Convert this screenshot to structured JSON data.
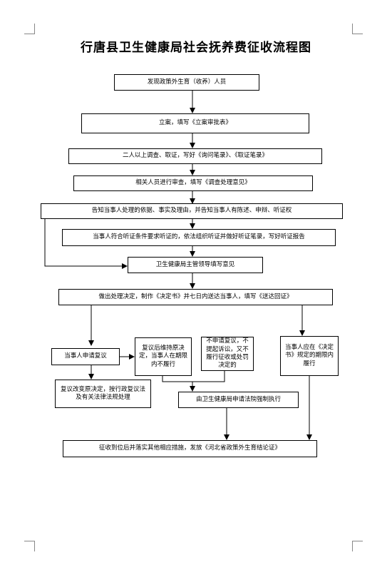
{
  "title": "行唐县卫生健康局社会抚养费征收流程图",
  "steps": {
    "discover": "发现政策外生育（收养）人员",
    "register": "立案，填写《立案审批表》",
    "investigate": "二人以上调查、取证，写好《询问笔录》、《取证笔录》",
    "review": "相关人员进行审查，填写《调查处理意见》",
    "notify": "告知当事人处理的依据、事实及理由，并告知当事人有陈述、申辩、听证权",
    "hearing": "当事人符合听证条件要求听证的，依法组织听证并做好听证笔录，写好听证报告",
    "leader": "卫生健康局主管领导填写意见",
    "decision": "做出处理决定，制作《决定书》并七日内送达当事人，填写《送达回证》",
    "apply_review": "当事人申请复议",
    "upheld": "复议后维持原决定，当事人在期限内不履行",
    "no_appeal": "不申请复议，不提起诉讼，又不履行征收或处罚决定的",
    "comply": "当事人应在《决定书》规定的期限内履行",
    "changed": "复议改变原决定，按行政复议法及有关法律法规处理",
    "court": "由卫生健康局申请法院强制执行",
    "final": "征收到位后并落实其他相应措施，发放《河北省政策外生育结论证》"
  }
}
